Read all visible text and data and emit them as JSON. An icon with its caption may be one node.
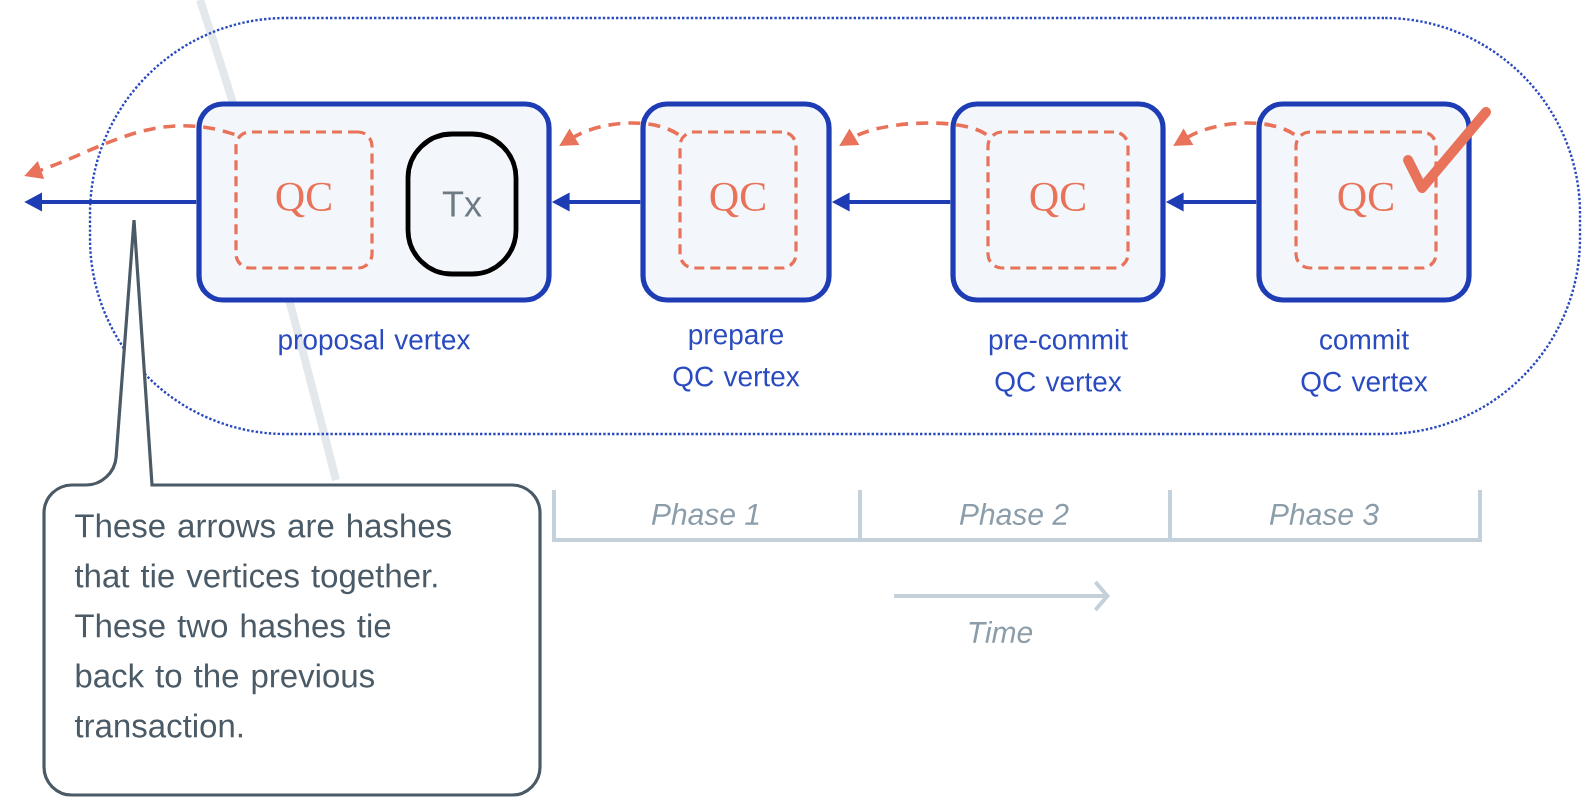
{
  "diagram": {
    "nodes": [
      {
        "text": [],
        "shape": "box"
      },
      {
        "text": [
          "proposal vertex"
        ],
        "in": 0
      },
      {
        "text": [
          "QC"
        ],
        "in": 1
      },
      {
        "text": [
          "Tx"
        ],
        "in": 1
      },
      {
        "text": [
          "prepare QC vertex"
        ],
        "in": 0
      },
      {
        "text": [
          "QC"
        ],
        "in": 4
      },
      {
        "text": [
          "pre-commit QC vertex"
        ],
        "in": 0
      },
      {
        "text": [
          "QC"
        ],
        "in": 6
      },
      {
        "text": [
          "commit QC vertex"
        ],
        "in": 0
      },
      {
        "text": [
          "QC"
        ],
        "in": 8
      },
      {
        "text": [
          "These arrows are hashes that tie vertices together. These two hashes tie back to the previous transaction."
        ]
      }
    ],
    "edges": [
      {
        "from": 1,
        "to": null,
        "arrow": "to"
      },
      {
        "from": 2,
        "to": null,
        "arrow": "to",
        "style": "dashed",
        "color": "#e8735a"
      },
      {
        "from": 4,
        "to": 1,
        "arrow": "to"
      },
      {
        "from": 5,
        "to": 1,
        "arrow": "to",
        "style": "dashed",
        "color": "#e8735a"
      },
      {
        "from": 6,
        "to": 4,
        "arrow": "to"
      },
      {
        "from": 7,
        "to": 4,
        "arrow": "to",
        "style": "dashed",
        "color": "#e8735a"
      },
      {
        "from": 8,
        "to": 6,
        "arrow": "to"
      },
      {
        "from": 9,
        "to": 6,
        "arrow": "to",
        "style": "dashed",
        "color": "#e8735a"
      }
    ],
    "labels": [
      "Phase 1",
      "Phase 2",
      "Phase 3",
      "Time"
    ]
  }
}
